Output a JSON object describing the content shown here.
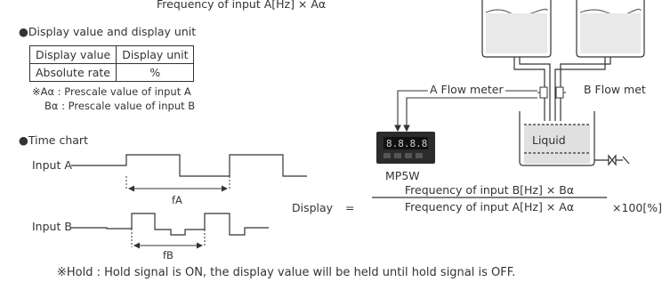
{
  "formula_top": "Frequency of input A[Hz] × Aα",
  "display_section": {
    "title": "●Display value and display unit",
    "table": {
      "headers": [
        "Display value",
        "Display unit"
      ],
      "rows": [
        [
          "Absolute rate",
          "%"
        ]
      ]
    },
    "notes": [
      "※Aα : Prescale value of input A",
      "Bα : Prescale value of input B"
    ]
  },
  "time_chart": {
    "title": "●Time chart",
    "input_a_label": "Input A",
    "input_b_label": "Input B",
    "fa_label": "fA",
    "fb_label": "fB"
  },
  "diagram": {
    "flow_meter_a": "A Flow meter",
    "flow_meter_b": "B Flow met",
    "liquid_label": "Liquid",
    "device_label": "MP5W"
  },
  "display_formula": {
    "label": "Display",
    "equals": "=",
    "numerator": "Frequency of input B[Hz] × Bα",
    "denominator": "Frequency of input A[Hz] × Aα",
    "multiplier": "×100[%]"
  },
  "hold_note": "※Hold : Hold signal is ON, the display value will be held until hold signal is OFF."
}
